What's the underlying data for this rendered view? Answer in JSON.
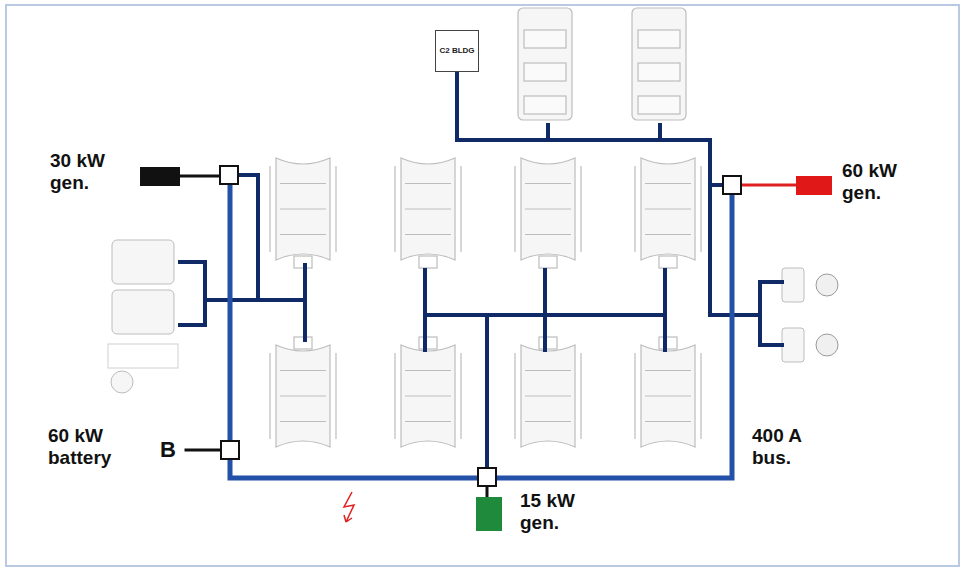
{
  "diagram": {
    "nodes": [
      {
        "text": [
          "C2 BLDG"
        ]
      }
    ],
    "labels": [
      "30 kW gen.",
      "60 kW gen.",
      "60 kW battery",
      "B",
      "400 A bus.",
      "15 kW gen."
    ]
  }
}
